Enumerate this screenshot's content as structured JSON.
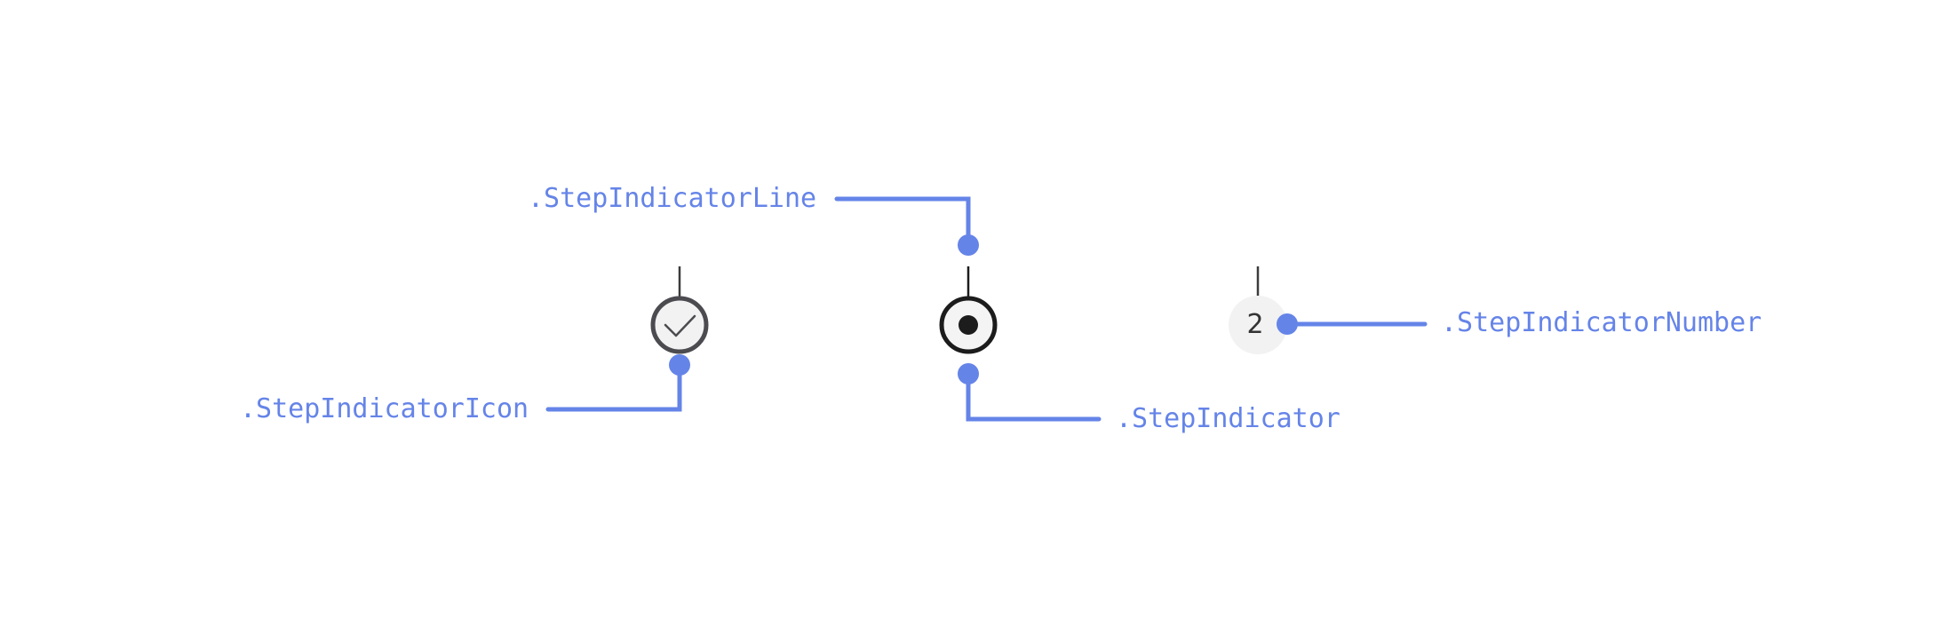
{
  "colors": {
    "annotation": "#6584e8",
    "line": "#3c3c3c",
    "completed_ring": "#4b4b50",
    "completed_fill": "#f2f2f2",
    "active_ring": "#1c1c1c",
    "active_fill": "#f4f4f4",
    "active_dot": "#1c1c1c",
    "inactive_fill": "#f2f2f2",
    "number_text": "#333333"
  },
  "annotations": {
    "step_indicator_line": ".StepIndicatorLine",
    "step_indicator_icon": ".StepIndicatorIcon",
    "step_indicator": ".StepIndicator",
    "step_indicator_number": ".StepIndicatorNumber"
  },
  "steps": {
    "completed": {
      "state": "completed",
      "icon": "check-icon"
    },
    "active": {
      "state": "active",
      "icon": "dot-icon"
    },
    "upcoming": {
      "state": "upcoming",
      "number": "2"
    }
  }
}
